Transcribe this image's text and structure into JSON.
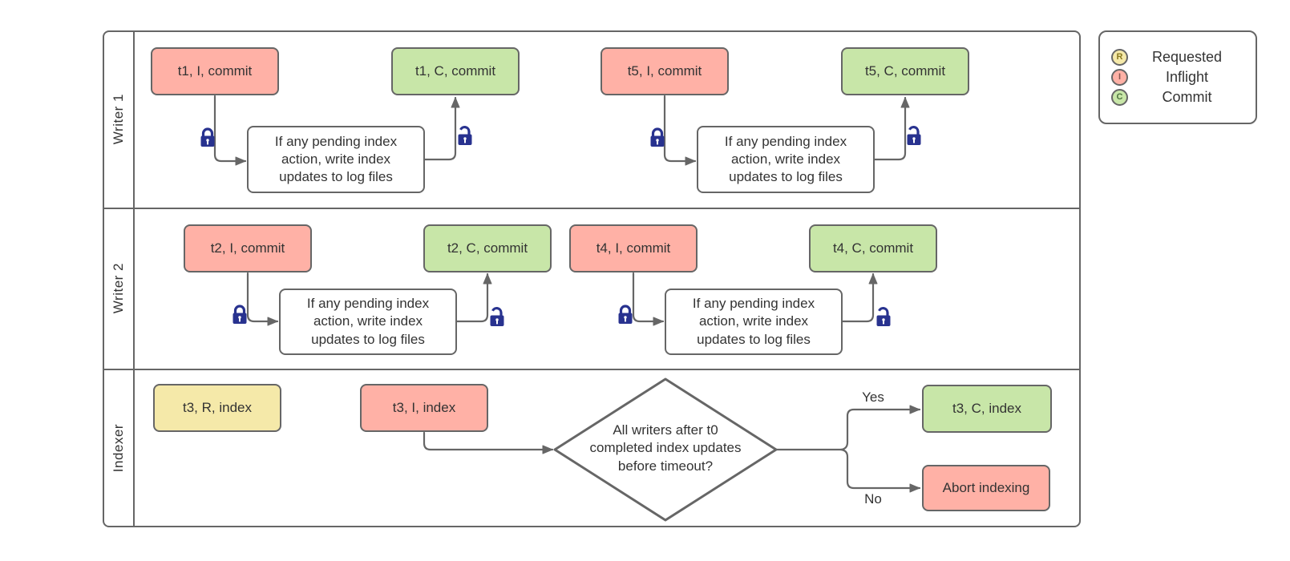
{
  "diagram": {
    "lanes": [
      {
        "label": "Writer 1"
      },
      {
        "label": "Writer 2"
      },
      {
        "label": "Indexer"
      }
    ],
    "nodes": {
      "t1_i": "t1, I, commit",
      "t1_c": "t1, C, commit",
      "t5_i": "t5, I, commit",
      "t5_c": "t5, C, commit",
      "t2_i": "t2, I, commit",
      "t2_c": "t2, C, commit",
      "t4_i": "t4, I, commit",
      "t4_c": "t4, C, commit",
      "t3_r": "t3, R, index",
      "t3_i": "t3, I, index",
      "t3_c": "t3, C, index",
      "abort": "Abort indexing",
      "pending_note": "If any pending index\naction, write index\nupdates to log files",
      "decision": "All writers after t0\ncompleted index updates\nbefore timeout?"
    },
    "edge_labels": {
      "yes": "Yes",
      "no": "No"
    },
    "icons": {
      "closed_lock": "closed-padlock",
      "open_lock": "open-padlock"
    },
    "legend": {
      "items": [
        {
          "symbol": "R",
          "label": "Requested"
        },
        {
          "symbol": "I",
          "label": "Inflight"
        },
        {
          "symbol": "C",
          "label": "Commit"
        }
      ]
    },
    "colors": {
      "requested_fill": "#f5e9a9",
      "inflight_fill": "#ffb1a6",
      "commit_fill": "#c8e6a8",
      "node_border": "#666666",
      "edge": "#666666",
      "lock": "#28328f",
      "text": "#333333"
    }
  }
}
